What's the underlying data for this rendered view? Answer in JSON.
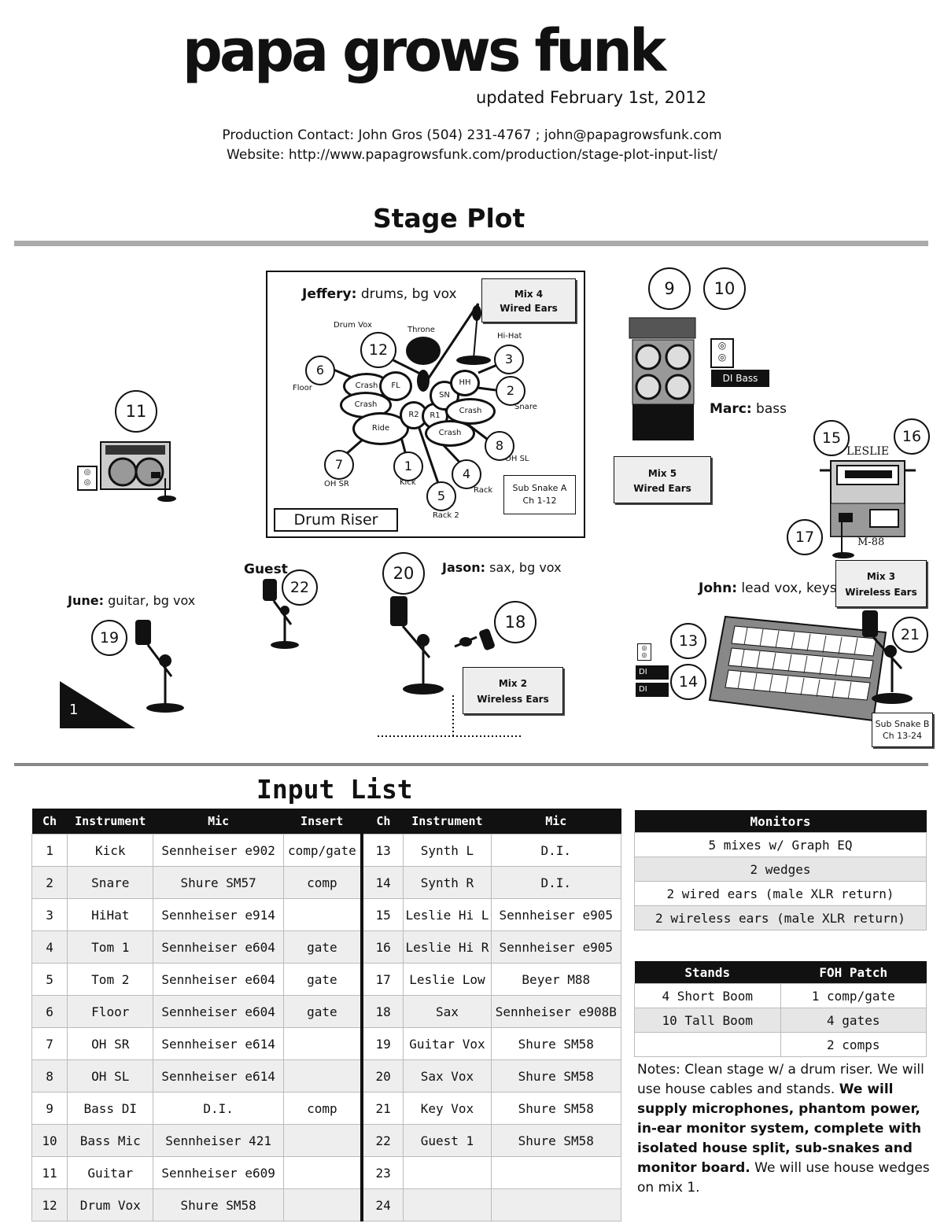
{
  "header": {
    "band_name": "papa grows funk",
    "updated": "updated February 1st, 2012",
    "contact": "Production Contact: John Gros (504) 231-4767 ; john@papagrowsfunk.com",
    "website": "Website: http://www.papagrowsfunk.com/production/stage-plot-input-list/"
  },
  "stage_plot": {
    "title": "Stage Plot",
    "drum_riser": {
      "performer": "Jeffery:",
      "role": " drums, bg vox",
      "label": "Drum Riser",
      "mix_box": [
        "Mix 4",
        "Wired Ears"
      ],
      "subsnake": [
        "Sub Snake A",
        "Ch 1-12"
      ],
      "labels": {
        "drum_vox": "Drum Vox",
        "throne": "Throne",
        "hihat": "Hi-Hat",
        "floor": "Floor",
        "snare": "Snare",
        "oh_sl": "OH SL",
        "oh_sr": "OH SR",
        "kick": "Kick",
        "rack": "Rack",
        "rack2": "Rack 2"
      },
      "drums": {
        "crash1": "Crash",
        "fl": "FL",
        "crash2": "Crash",
        "ride": "Ride",
        "r2": "R2",
        "r1": "R1",
        "sn": "SN",
        "hh": "HH",
        "crash3": "Crash",
        "crash4": "Crash"
      },
      "channels": [
        "12",
        "6",
        "3",
        "2",
        "8",
        "7",
        "1",
        "4",
        "5"
      ]
    },
    "bass": {
      "channels": [
        "9",
        "10"
      ],
      "di_label": "DI Bass",
      "performer": "Marc:",
      "role": " bass",
      "mix_box": [
        "Mix 5",
        "Wired Ears"
      ]
    },
    "guitar_amp": {
      "channel": "11"
    },
    "leslie": {
      "channels": [
        "15",
        "16",
        "17"
      ],
      "label": "LESLIE",
      "mic_label": "M-88"
    },
    "keys": {
      "performer": "John:",
      "role": " lead vox, keys",
      "mix_box": [
        "Mix 3",
        "Wireless Ears"
      ],
      "channels": [
        "13",
        "14",
        "21"
      ],
      "di_labels": [
        "DI",
        "DI"
      ],
      "subsnake": [
        "Sub Snake B",
        "Ch 13-24"
      ]
    },
    "guest": {
      "label": "Guest",
      "channel": "22"
    },
    "june": {
      "performer": "June:",
      "role": " guitar, bg vox",
      "channel": "19",
      "wedge": "1"
    },
    "jason": {
      "performer": "Jason:",
      "role": " sax, bg vox",
      "channels": [
        "20",
        "18"
      ],
      "mix_box": [
        "Mix 2",
        "Wireless Ears"
      ]
    }
  },
  "input_list": {
    "title": "Input List",
    "headers": [
      "Ch",
      "Instrument",
      "Mic",
      "Insert",
      "Ch",
      "Instrument",
      "Mic"
    ],
    "left": [
      [
        "1",
        "Kick",
        "Sennheiser e902",
        "comp/gate"
      ],
      [
        "2",
        "Snare",
        "Shure SM57",
        "comp"
      ],
      [
        "3",
        "HiHat",
        "Sennheiser e914",
        ""
      ],
      [
        "4",
        "Tom 1",
        "Sennheiser e604",
        "gate"
      ],
      [
        "5",
        "Tom 2",
        "Sennheiser e604",
        "gate"
      ],
      [
        "6",
        "Floor",
        "Sennheiser e604",
        "gate"
      ],
      [
        "7",
        "OH SR",
        "Sennheiser e614",
        ""
      ],
      [
        "8",
        "OH SL",
        "Sennheiser e614",
        ""
      ],
      [
        "9",
        "Bass DI",
        "D.I.",
        "comp"
      ],
      [
        "10",
        "Bass Mic",
        "Sennheiser 421",
        ""
      ],
      [
        "11",
        "Guitar",
        "Sennheiser e609",
        ""
      ],
      [
        "12",
        "Drum Vox",
        "Shure SM58",
        ""
      ]
    ],
    "right": [
      [
        "13",
        "Synth L",
        "D.I."
      ],
      [
        "14",
        "Synth R",
        "D.I."
      ],
      [
        "15",
        "Leslie Hi L",
        "Sennheiser e905"
      ],
      [
        "16",
        "Leslie Hi R",
        "Sennheiser e905"
      ],
      [
        "17",
        "Leslie Low",
        "Beyer M88"
      ],
      [
        "18",
        "Sax",
        "Sennheiser e908B"
      ],
      [
        "19",
        "Guitar Vox",
        "Shure SM58"
      ],
      [
        "20",
        "Sax Vox",
        "Shure SM58"
      ],
      [
        "21",
        "Key Vox",
        "Shure SM58"
      ],
      [
        "22",
        "Guest 1",
        "Shure SM58"
      ],
      [
        "23",
        "",
        ""
      ],
      [
        "24",
        "",
        ""
      ]
    ]
  },
  "monitors": {
    "header": "Monitors",
    "rows": [
      "5 mixes w/ Graph EQ",
      "2 wedges",
      "2 wired ears (male XLR return)",
      "2 wireless ears (male XLR return)"
    ]
  },
  "stands_foh": {
    "headers": [
      "Stands",
      "FOH Patch"
    ],
    "rows": [
      [
        "4 Short Boom",
        "1 comp/gate"
      ],
      [
        "10 Tall Boom",
        "4 gates"
      ],
      [
        "",
        "2 comps"
      ]
    ]
  },
  "notes": {
    "plain1": "Notes: Clean stage w/ a drum riser. We will use house cables and stands. ",
    "bold": "We will supply microphones, phantom power, in-ear monitor system, complete with isolated house split, sub-snakes and monitor board.",
    "plain2": "  We will use house wedges on mix 1."
  }
}
